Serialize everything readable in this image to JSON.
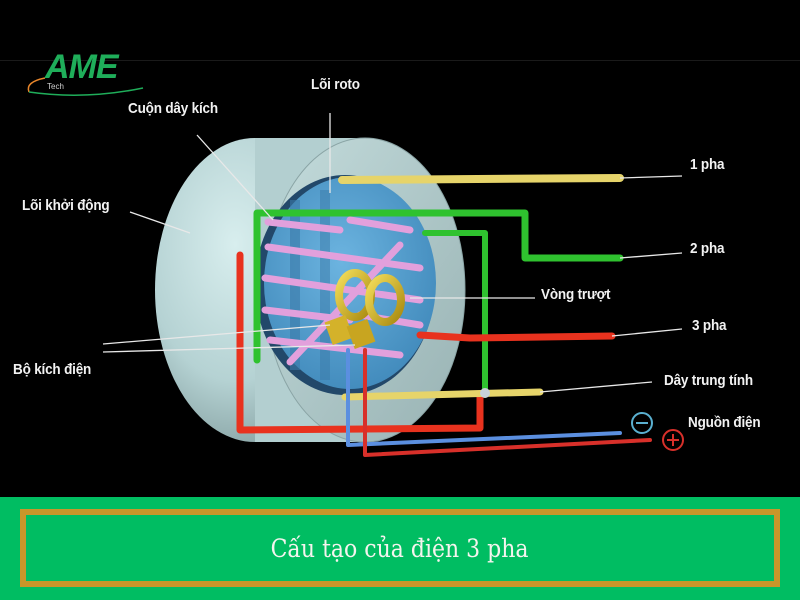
{
  "logo": {
    "brand": "AME",
    "sub": "Tech",
    "colors": {
      "primary": "#1fae5a",
      "accent": "#e8862b"
    }
  },
  "diagram": {
    "title": "Cấu tạo của điện 3 pha",
    "labels": {
      "loi_roto": "Lõi roto",
      "cuon_day_kich": "Cuộn dây kích",
      "loi_khoi_dong": "Lõi khởi động",
      "bo_kich_dien": "Bộ kích điện",
      "vong_truot": "Vòng trượt",
      "pha1": "1 pha",
      "pha2": "2 pha",
      "pha3": "3 pha",
      "day_trung_tinh": "Dây trung tính",
      "nguon_dien": "Nguồn điện"
    },
    "symbols": {
      "minus": "−",
      "plus": "+"
    },
    "wire_colors": {
      "pha1": "#e6d46a",
      "pha2": "#2fc22f",
      "pha3": "#e8321e",
      "neutral": "#e6d46a",
      "source_negative": "#5b8fe0",
      "source_positive": "#d8302a"
    }
  },
  "banner": {
    "title": "Cấu tạo của điện 3 pha",
    "background": "#00bd62",
    "border": "#c8962a"
  }
}
